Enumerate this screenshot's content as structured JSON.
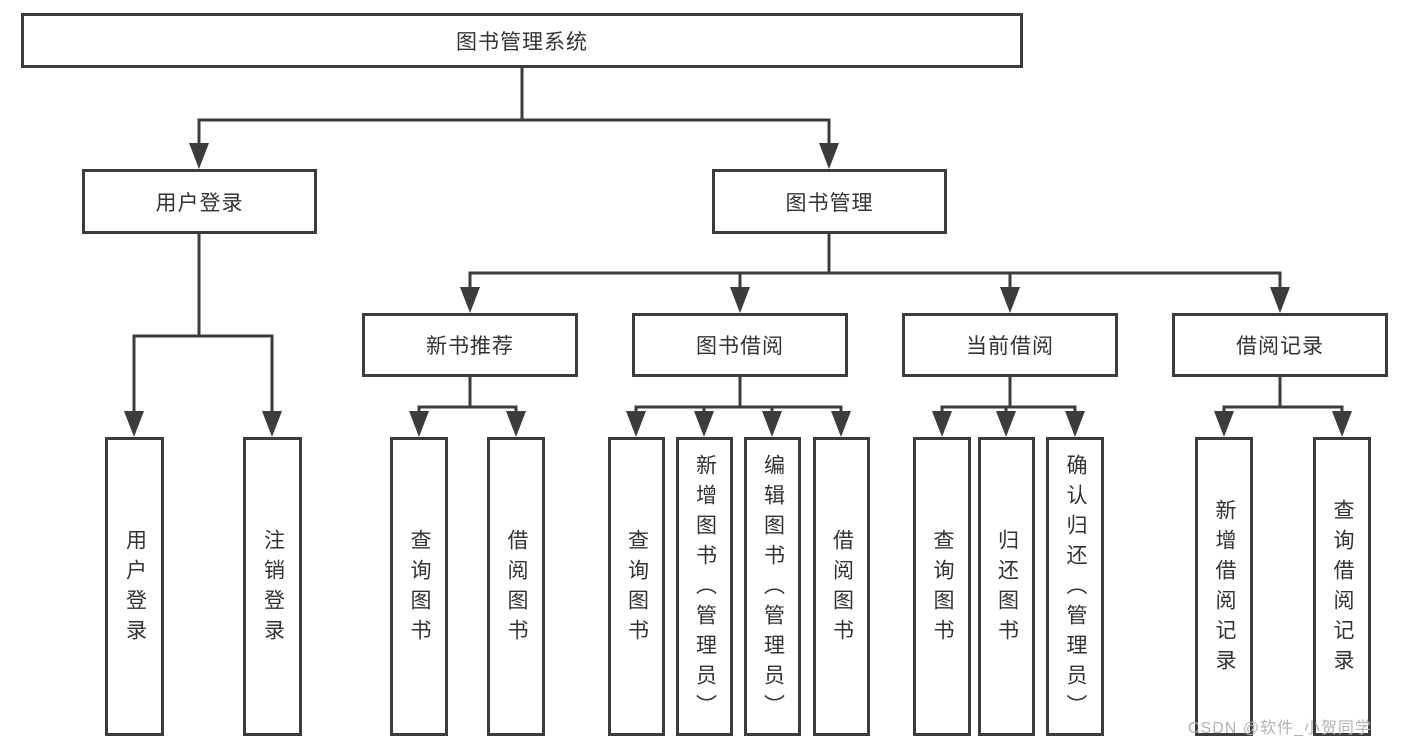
{
  "colors": {
    "line": "#3c3c3c",
    "text": "#333333",
    "background": "#ffffff",
    "watermark": "#b3b3b3"
  },
  "tree": {
    "label": "图书管理系统",
    "children": [
      {
        "label": "用户登录",
        "children": [
          {
            "label": "用户登录"
          },
          {
            "label": "注销登录"
          }
        ]
      },
      {
        "label": "图书管理",
        "children": [
          {
            "label": "新书推荐",
            "children": [
              {
                "label": "查询图书"
              },
              {
                "label": "借阅图书"
              }
            ]
          },
          {
            "label": "图书借阅",
            "children": [
              {
                "label": "查询图书"
              },
              {
                "label": "新增图书（管理员）"
              },
              {
                "label": "编辑图书（管理员）"
              },
              {
                "label": "借阅图书"
              }
            ]
          },
          {
            "label": "当前借阅",
            "children": [
              {
                "label": "查询图书"
              },
              {
                "label": "归还图书"
              },
              {
                "label": "确认归还（管理员）"
              }
            ]
          },
          {
            "label": "借阅记录",
            "children": [
              {
                "label": "新增借阅记录"
              },
              {
                "label": "查询借阅记录"
              }
            ]
          }
        ]
      }
    ]
  },
  "watermark": {
    "label": "CSDN @软件_小贺同学"
  }
}
